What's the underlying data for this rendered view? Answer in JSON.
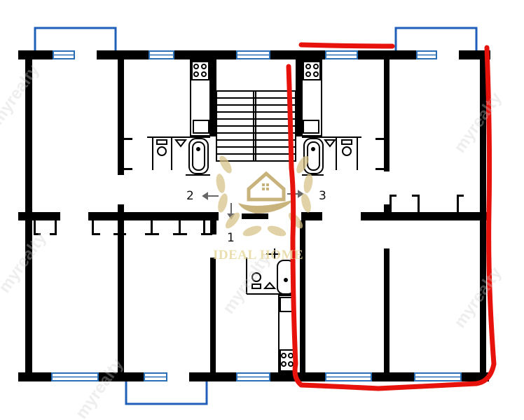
{
  "plan": {
    "type": "floor-plan",
    "description": "Apartment building floor section with stairwell; one apartment outlined in red",
    "entrance_labels": [
      {
        "id": "1",
        "text": "1"
      },
      {
        "id": "2",
        "text": "2"
      },
      {
        "id": "3",
        "text": "3"
      }
    ],
    "highlight_color": "#e8120c",
    "wall_color": "#000000",
    "window_color": "#2a6fb5",
    "balcony_color": "#1f5fb8"
  },
  "branding": {
    "logo_text": "IDEAL HOME",
    "logo_color": "#c9a85a"
  },
  "watermark": {
    "text": "myrealty"
  }
}
